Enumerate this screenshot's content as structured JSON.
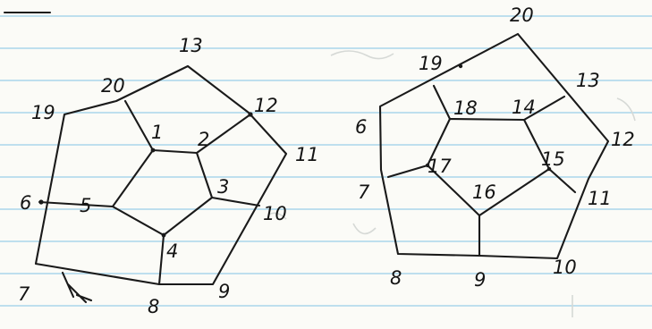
{
  "left_graph": {
    "labels": [
      "13",
      "20",
      "12",
      "19",
      "11",
      "1",
      "2",
      "3",
      "6",
      "5",
      "10",
      "4",
      "7",
      "8",
      "9"
    ]
  },
  "right_graph": {
    "labels": [
      "20",
      "19",
      "13",
      "18",
      "14",
      "6",
      "12",
      "15",
      "17",
      "16",
      "7",
      "11",
      "8",
      "9",
      "10"
    ]
  },
  "colors": {
    "ink": "#1a1a1a",
    "paper": "#fbfbf7",
    "rule_line": "#a9d6ec"
  }
}
